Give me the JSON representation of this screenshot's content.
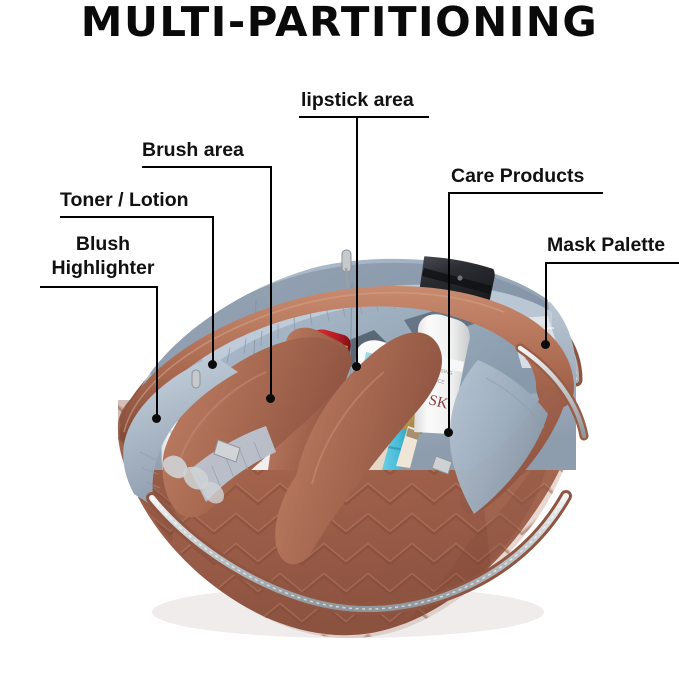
{
  "header": {
    "title": "MULTI-PARTITIONING"
  },
  "callouts": [
    {
      "id": "blush-highlighter",
      "label_line1": "Blush",
      "label_line2": "Highlighter",
      "label": "Blush Highlighter"
    },
    {
      "id": "toner-lotion",
      "label": "Toner / Lotion"
    },
    {
      "id": "brush-area",
      "label": "Brush area"
    },
    {
      "id": "lipstick-area",
      "label": "lipstick area"
    },
    {
      "id": "care-products",
      "label": "Care Products"
    },
    {
      "id": "mask-palette",
      "label": "Mask Palette"
    }
  ],
  "product": {
    "type": "quilted cosmetic travel bag",
    "exterior_color": "#a0654f",
    "exterior_pattern": "chevron quilting",
    "lining_color": "#a8b6c6",
    "zipper_color": "#cfd3d6",
    "compartment_count": 6,
    "contents": [
      {
        "name": "white lotion tube",
        "color": "#f2f2f0"
      },
      {
        "name": "blue cream tube",
        "color": "#5ec8e0"
      },
      {
        "name": "red lipstick",
        "color": "#c62027"
      },
      {
        "name": "white SK bottle",
        "color": "#eef1f3"
      },
      {
        "name": "black mask palette",
        "color": "#2a2a2c"
      },
      {
        "name": "gold perfume bottle",
        "color": "#c9a661"
      }
    ]
  },
  "colors": {
    "background": "#ffffff",
    "text": "#111111",
    "leader": "#000000"
  }
}
